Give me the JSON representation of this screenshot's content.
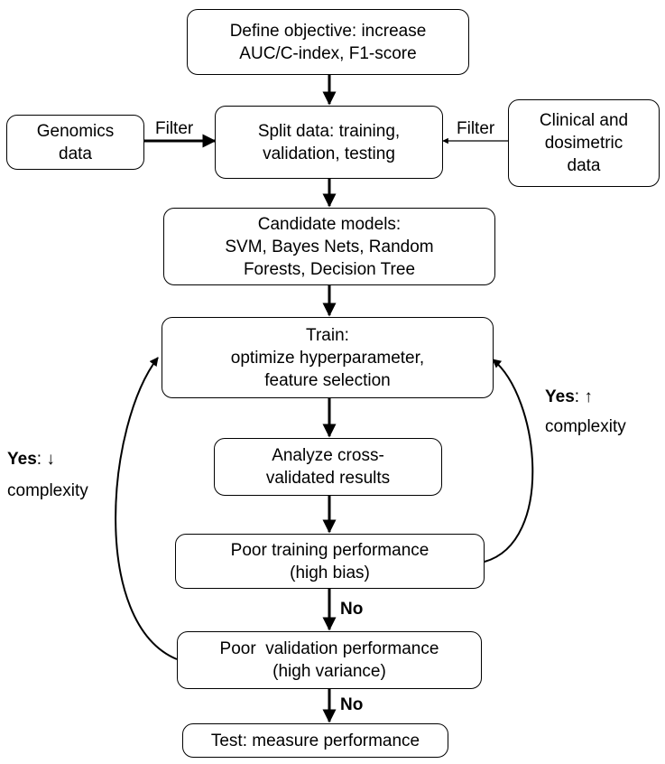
{
  "nodes": {
    "objective": {
      "lines": [
        "Define objective: increase",
        "AUC/C-index, F1-score"
      ]
    },
    "genomics": {
      "lines": [
        "Genomics",
        "data"
      ]
    },
    "split": {
      "lines": [
        "Split data: training,",
        "validation, testing"
      ]
    },
    "clinical": {
      "lines": [
        "Clinical and",
        "dosimetric",
        "data"
      ]
    },
    "candidates": {
      "lines": [
        "Candidate models:",
        "SVM, Bayes Nets, Random",
        "Forests, Decision Tree"
      ]
    },
    "train": {
      "lines": [
        "Train:",
        "optimize hyperparameter,",
        "feature selection"
      ]
    },
    "analyze": {
      "lines": [
        "Analyze cross-",
        "validated results"
      ]
    },
    "poor_training": {
      "lines": [
        "Poor training performance",
        "(high bias)"
      ]
    },
    "poor_validation": {
      "lines": [
        "Poor  validation performance",
        "(high variance)"
      ]
    },
    "test": {
      "lines": [
        "Test: measure performance"
      ]
    }
  },
  "edge_labels": {
    "filter_left": "Filter",
    "filter_right": "Filter",
    "no_1": "No",
    "no_2": "No",
    "yes_left": {
      "yes": "Yes",
      "rest": ": ↓",
      "line2": "complexity"
    },
    "yes_right": {
      "yes": "Yes",
      "rest": ": ↑",
      "line2": "complexity"
    }
  }
}
